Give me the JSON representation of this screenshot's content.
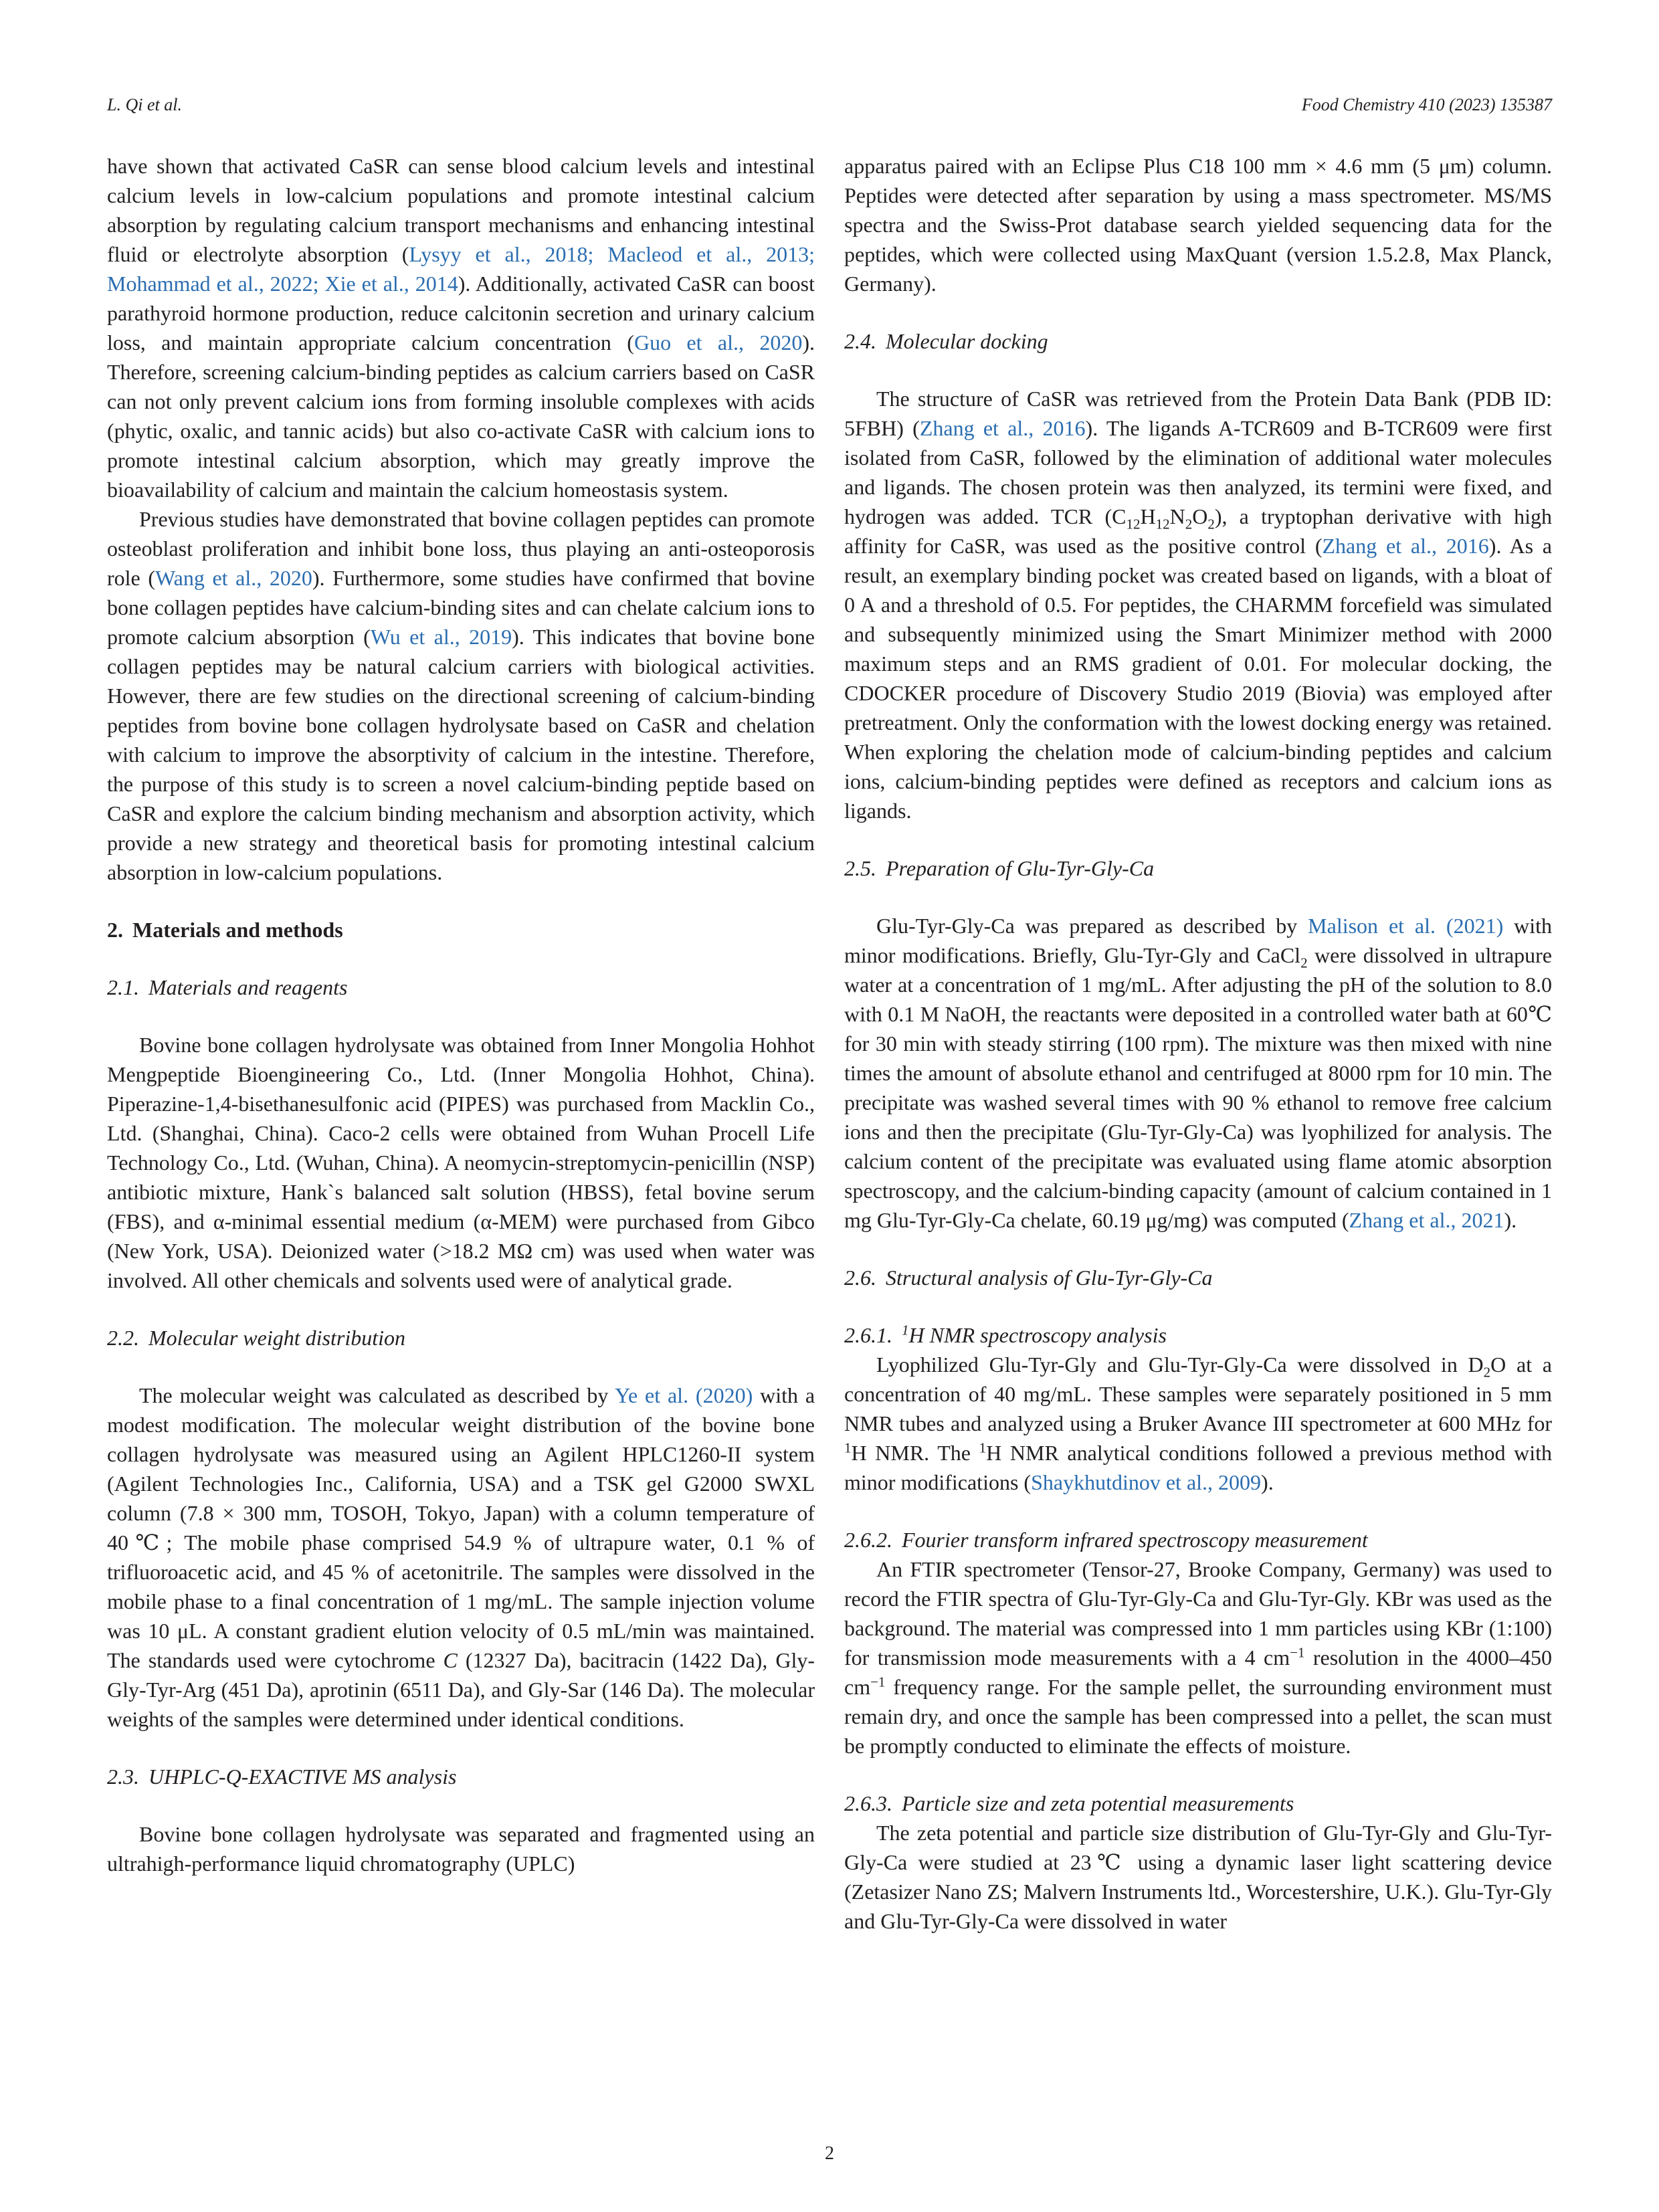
{
  "header": {
    "authors": "L. Qi et al.",
    "journal": "Food Chemistry 410 (2023) 135387"
  },
  "page_number": "2",
  "left": {
    "p1": {
      "t1": "have shown that activated CaSR can sense blood calcium levels and intestinal calcium levels in low-calcium populations and promote intestinal calcium absorption by regulating calcium transport mechanisms and enhancing intestinal fluid or electrolyte absorption (",
      "r1": "Lysyy et al., 2018; Macleod et al., 2013; Mohammad et al., 2022; Xie et al., 2014",
      "t2": "). Additionally, activated CaSR can boost parathyroid hormone production, reduce calcitonin secretion and urinary calcium loss, and maintain appropriate calcium concentration (",
      "r2": "Guo et al., 2020",
      "t3": "). Therefore, screening calcium-binding peptides as calcium carriers based on CaSR can not only prevent calcium ions from forming insoluble complexes with acids (phytic, oxalic, and tannic acids) but also co-activate CaSR with calcium ions to promote intestinal calcium absorption, which may greatly improve the bioavailability of calcium and maintain the calcium homeostasis system."
    },
    "p2": {
      "t1": "Previous studies have demonstrated that bovine collagen peptides can promote osteoblast proliferation and inhibit bone loss, thus playing an anti-osteoporosis role (",
      "r1": "Wang et al., 2020",
      "t2": "). Furthermore, some studies have confirmed that bovine bone collagen peptides have calcium-binding sites and can chelate calcium ions to promote calcium absorption (",
      "r2": "Wu et al., 2019",
      "t3": "). This indicates that bovine bone collagen peptides may be natural calcium carriers with biological activities. However, there are few studies on the directional screening of calcium-binding peptides from bovine bone collagen hydrolysate based on CaSR and chelation with calcium to improve the absorptivity of calcium in the intestine. Therefore, the purpose of this study is to screen a novel calcium-binding peptide based on CaSR and explore the calcium binding mechanism and absorption activity, which provide a new strategy and theoretical basis for promoting intestinal calcium absorption in low-calcium populations."
    },
    "s2": {
      "num": "2.",
      "title": "Materials and methods"
    },
    "s21": {
      "num": "2.1.",
      "title": "Materials and reagents",
      "text": "Bovine bone collagen hydrolysate was obtained from Inner Mongolia Hohhot Mengpeptide Bioengineering Co., Ltd. (Inner Mongolia Hohhot, China). Piperazine-1,4-bisethanesulfonic acid (PIPES) was purchased from Macklin Co., Ltd. (Shanghai, China). Caco-2 cells were obtained from Wuhan Procell Life Technology Co., Ltd. (Wuhan, China). A neomycin-streptomycin-penicillin (NSP) antibiotic mixture, Hank`s balanced salt solution (HBSS), fetal bovine serum (FBS), and α-minimal essential medium (α-MEM) were purchased from Gibco (New York, USA). Deionized water (>18.2 MΩ cm) was used when water was involved. All other chemicals and solvents used were of analytical grade."
    },
    "s22": {
      "num": "2.2.",
      "title": "Molecular weight distribution",
      "t1": "The molecular weight was calculated as described by ",
      "r1": "Ye et al. (2020)",
      "t2": " with a modest modification. The molecular weight distribution of the bovine bone collagen hydrolysate was measured using an Agilent HPLC1260-II system (Agilent Technologies Inc., California, USA) and a TSK gel G2000 SWXL column (7.8 × 300 mm, TOSOH, Tokyo, Japan) with a column temperature of 40℃; The mobile phase comprised 54.9 % of ultrapure water, 0.1 % of trifluoroacetic acid, and 45 % of acetonitrile. The samples were dissolved in the mobile phase to a final concentration of 1 mg/mL. The sample injection volume was 10 μL. A constant gradient elution velocity of 0.5 mL/min was maintained. The standards used were cytochrome ",
      "c_italic": "C",
      "t3": " (12327 Da), bacitracin (1422 Da), Gly-Gly-Tyr-Arg (451 Da), aprotinin (6511 Da), and Gly-Sar (146 Da). The molecular weights of the samples were determined under identical conditions."
    },
    "s23": {
      "num": "2.3.",
      "title": "UHPLC-Q-EXACTIVE MS analysis",
      "text": "Bovine bone collagen hydrolysate was separated and fragmented using an ultrahigh-performance liquid chromatography (UPLC)"
    }
  },
  "right": {
    "p_cont": "apparatus paired with an Eclipse Plus C18 100 mm × 4.6 mm (5 μm) column. Peptides were detected after separation by using a mass spectrometer. MS/MS spectra and the Swiss-Prot database search yielded sequencing data for the peptides, which were collected using MaxQuant (version 1.5.2.8, Max Planck, Germany).",
    "s24": {
      "num": "2.4.",
      "title": "Molecular docking",
      "t1": "The structure of CaSR was retrieved from the Protein Data Bank (PDB ID: 5FBH) (",
      "r1": "Zhang et al., 2016",
      "t2": "). The ligands A-TCR609 and B-TCR609 were first isolated from CaSR, followed by the elimination of additional water molecules and ligands. The chosen protein was then analyzed, its termini were fixed, and hydrogen was added. TCR (C",
      "f1": "12",
      "f2": "H",
      "f3": "12",
      "f4": "N",
      "f5": "2",
      "f6": "O",
      "f7": "2",
      "t3": "), a tryptophan derivative with high affinity for CaSR, was used as the positive control (",
      "r2": "Zhang et al., 2016",
      "t4": "). As a result, an exemplary binding pocket was created based on ligands, with a bloat of 0 A and a threshold of 0.5. For peptides, the CHARMM forcefield was simulated and subsequently minimized using the Smart Minimizer method with 2000 maximum steps and an RMS gradient of 0.01. For molecular docking, the CDOCKER procedure of Discovery Studio 2019 (Biovia) was employed after pretreatment. Only the conformation with the lowest docking energy was retained. When exploring the chelation mode of calcium-binding peptides and calcium ions, calcium-binding peptides were defined as receptors and calcium ions as ligands."
    },
    "s25": {
      "num": "2.5.",
      "title": "Preparation of Glu-Tyr-Gly-Ca",
      "t1": "Glu-Tyr-Gly-Ca was prepared as described by ",
      "r1": "Malison et al. (2021)",
      "t2": " with minor modifications. Briefly, Glu-Tyr-Gly and CaCl",
      "s1": "2",
      "t3": " were dissolved in ultrapure water at a concentration of 1 mg/mL. After adjusting the pH of the solution to 8.0 with 0.1 M NaOH, the reactants were deposited in a controlled water bath at 60℃ for 30 min with steady stirring (100 rpm). The mixture was then mixed with nine times the amount of absolute ethanol and centrifuged at 8000 rpm for 10 min. The precipitate was washed several times with 90 % ethanol to remove free calcium ions and then the precipitate (Glu-Tyr-Gly-Ca) was lyophilized for analysis. The calcium content of the precipitate was evaluated using flame atomic absorption spectroscopy, and the calcium-binding capacity (amount of calcium contained in 1 mg Glu-Tyr-Gly-Ca chelate, 60.19 μg/mg) was computed (",
      "r2": "Zhang et al., 2021",
      "t4": ")."
    },
    "s26": {
      "num": "2.6.",
      "title": "Structural analysis of Glu-Tyr-Gly-Ca"
    },
    "s261": {
      "num": "2.6.1.",
      "sup": "1",
      "title": "H NMR spectroscopy analysis",
      "t1": "Lyophilized Glu-Tyr-Gly and Glu-Tyr-Gly-Ca were dissolved in D",
      "s1": "2",
      "t2": "O at a concentration of 40 mg/mL. These samples were separately positioned in 5 mm NMR tubes and analyzed using a Bruker Avance III spectrometer at 600 MHz for ",
      "sup1": "1",
      "t3": "H NMR. The ",
      "sup2": "1",
      "t4": "H NMR analytical conditions followed a previous method with minor modifications (",
      "r1": "Shaykhutdinov et al., 2009",
      "t5": ")."
    },
    "s262": {
      "num": "2.6.2.",
      "title": "Fourier transform infrared spectroscopy measurement",
      "t1": "An FTIR spectrometer (Tensor-27, Brooke Company, Germany) was used to record the FTIR spectra of Glu-Tyr-Gly-Ca and Glu-Tyr-Gly. KBr was used as the background. The material was compressed into 1 mm particles using KBr (1:100) for transmission mode measurements with a 4 cm",
      "sup1": "−1",
      "t2": " resolution in the 4000–450 cm",
      "sup2": "−1",
      "t3": " frequency range. For the sample pellet, the surrounding environment must remain dry, and once the sample has been compressed into a pellet, the scan must be promptly conducted to eliminate the effects of moisture."
    },
    "s263": {
      "num": "2.6.3.",
      "title": "Particle size and zeta potential measurements",
      "text": "The zeta potential and particle size distribution of Glu-Tyr-Gly and Glu-Tyr-Gly-Ca were studied at 23℃ using a dynamic laser light scattering device (Zetasizer Nano ZS; Malvern Instruments ltd., Worcestershire, U.K.). Glu-Tyr-Gly and Glu-Tyr-Gly-Ca were dissolved in water"
    }
  }
}
